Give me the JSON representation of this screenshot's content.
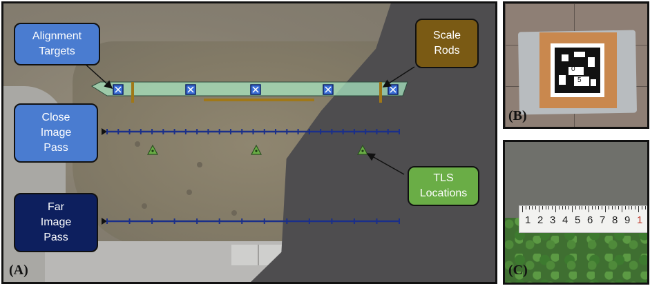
{
  "labels": {
    "alignment_targets": "Alignment\nTargets",
    "scale_rods": "Scale\nRods",
    "close_image_pass": "Close\nImage\nPass",
    "far_image_pass": "Far\nImage\nPass",
    "tls_locations": "TLS\nLocations"
  },
  "panels": {
    "a": "(A)",
    "b": "(B)",
    "c": "(C)"
  },
  "target_code": {
    "top": "0",
    "bottom": "5"
  },
  "ruler_numbers": [
    "1",
    "2",
    "3",
    "4",
    "5",
    "6",
    "7",
    "8",
    "9",
    "1"
  ],
  "colors": {
    "alignment_fill": "#4a7cd0",
    "scale_fill": "#7a5a14",
    "close_pass_fill": "#4a7cd0",
    "far_pass_fill": "#0d1f5e",
    "tls_fill": "#6aad46",
    "track_line": "#1a2f8a",
    "target_strip": "#a8e6c0",
    "scale_rod": "#a07818"
  }
}
